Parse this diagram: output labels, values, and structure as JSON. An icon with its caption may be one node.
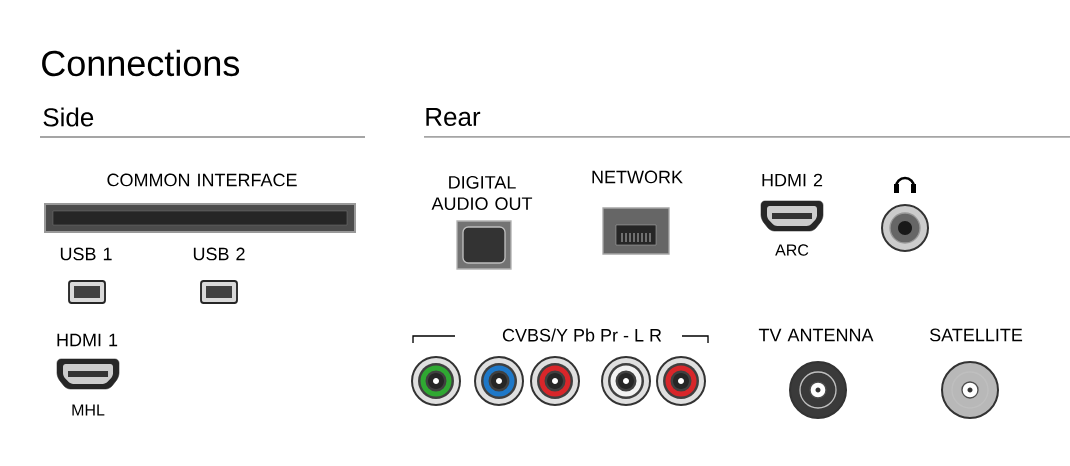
{
  "diagram": {
    "title": "Connections",
    "nodes": [
      {
        "text": [
          "COMMON INTERFACE"
        ]
      },
      {
        "text": [
          "USB 1"
        ]
      },
      {
        "text": [
          "USB 2"
        ]
      },
      {
        "text": [
          "HDMI 1",
          "MHL"
        ]
      },
      {
        "text": [
          "DIGITAL AUDIO OUT"
        ]
      },
      {
        "text": [
          "NETWORK"
        ]
      },
      {
        "text": [
          "HDMI 2",
          "ARC"
        ]
      },
      {
        "text": [],
        "shape": "circle"
      },
      {
        "text": [],
        "shape": "circle"
      },
      {
        "text": [],
        "shape": "circle"
      },
      {
        "text": [],
        "shape": "circle"
      },
      {
        "text": [],
        "shape": "circle"
      },
      {
        "text": [],
        "shape": "circle"
      },
      {
        "text": [
          "TV ANTENNA"
        ]
      },
      {
        "text": [
          "SATELLITE"
        ]
      }
    ],
    "labels": [
      "Side",
      "Rear",
      "CVBS/Y Pb Pr - L R"
    ]
  }
}
